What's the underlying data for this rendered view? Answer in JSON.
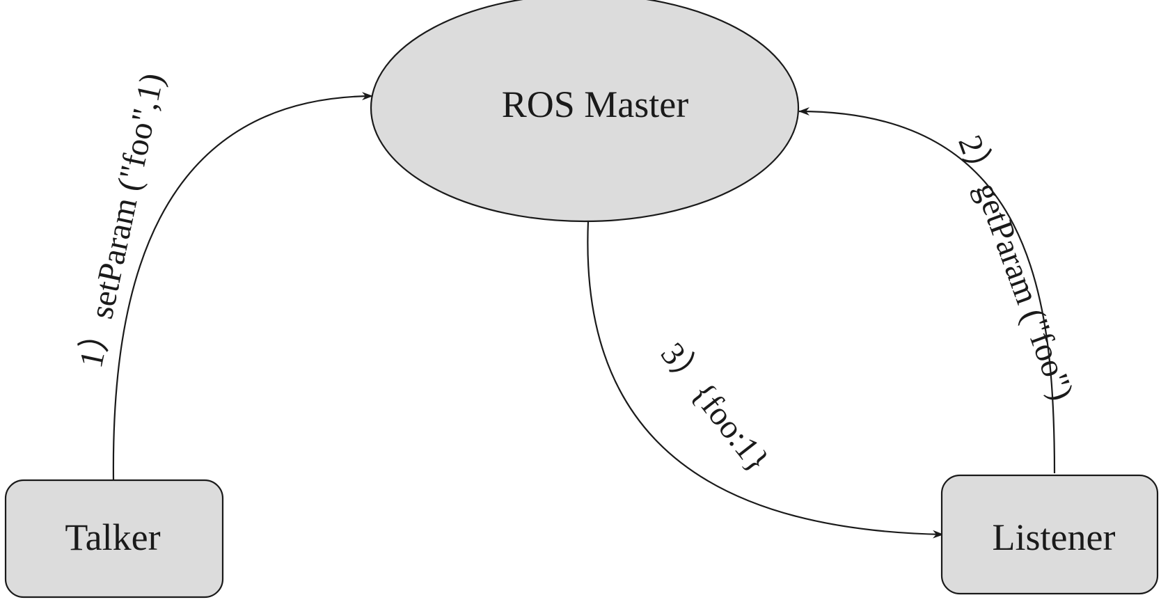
{
  "nodes": {
    "master": {
      "label": "ROS Master"
    },
    "talker": {
      "label": "Talker"
    },
    "listener": {
      "label": "Listener"
    }
  },
  "edges": {
    "set_param": {
      "label": "1）setParam (\"foo\",1)"
    },
    "get_param": {
      "label": "2）getParam (\"foo\")"
    },
    "return_value": {
      "label": "3）{foo:1}"
    }
  },
  "colors": {
    "node_fill": "#dcdcdc",
    "stroke": "#1a1a1a"
  }
}
